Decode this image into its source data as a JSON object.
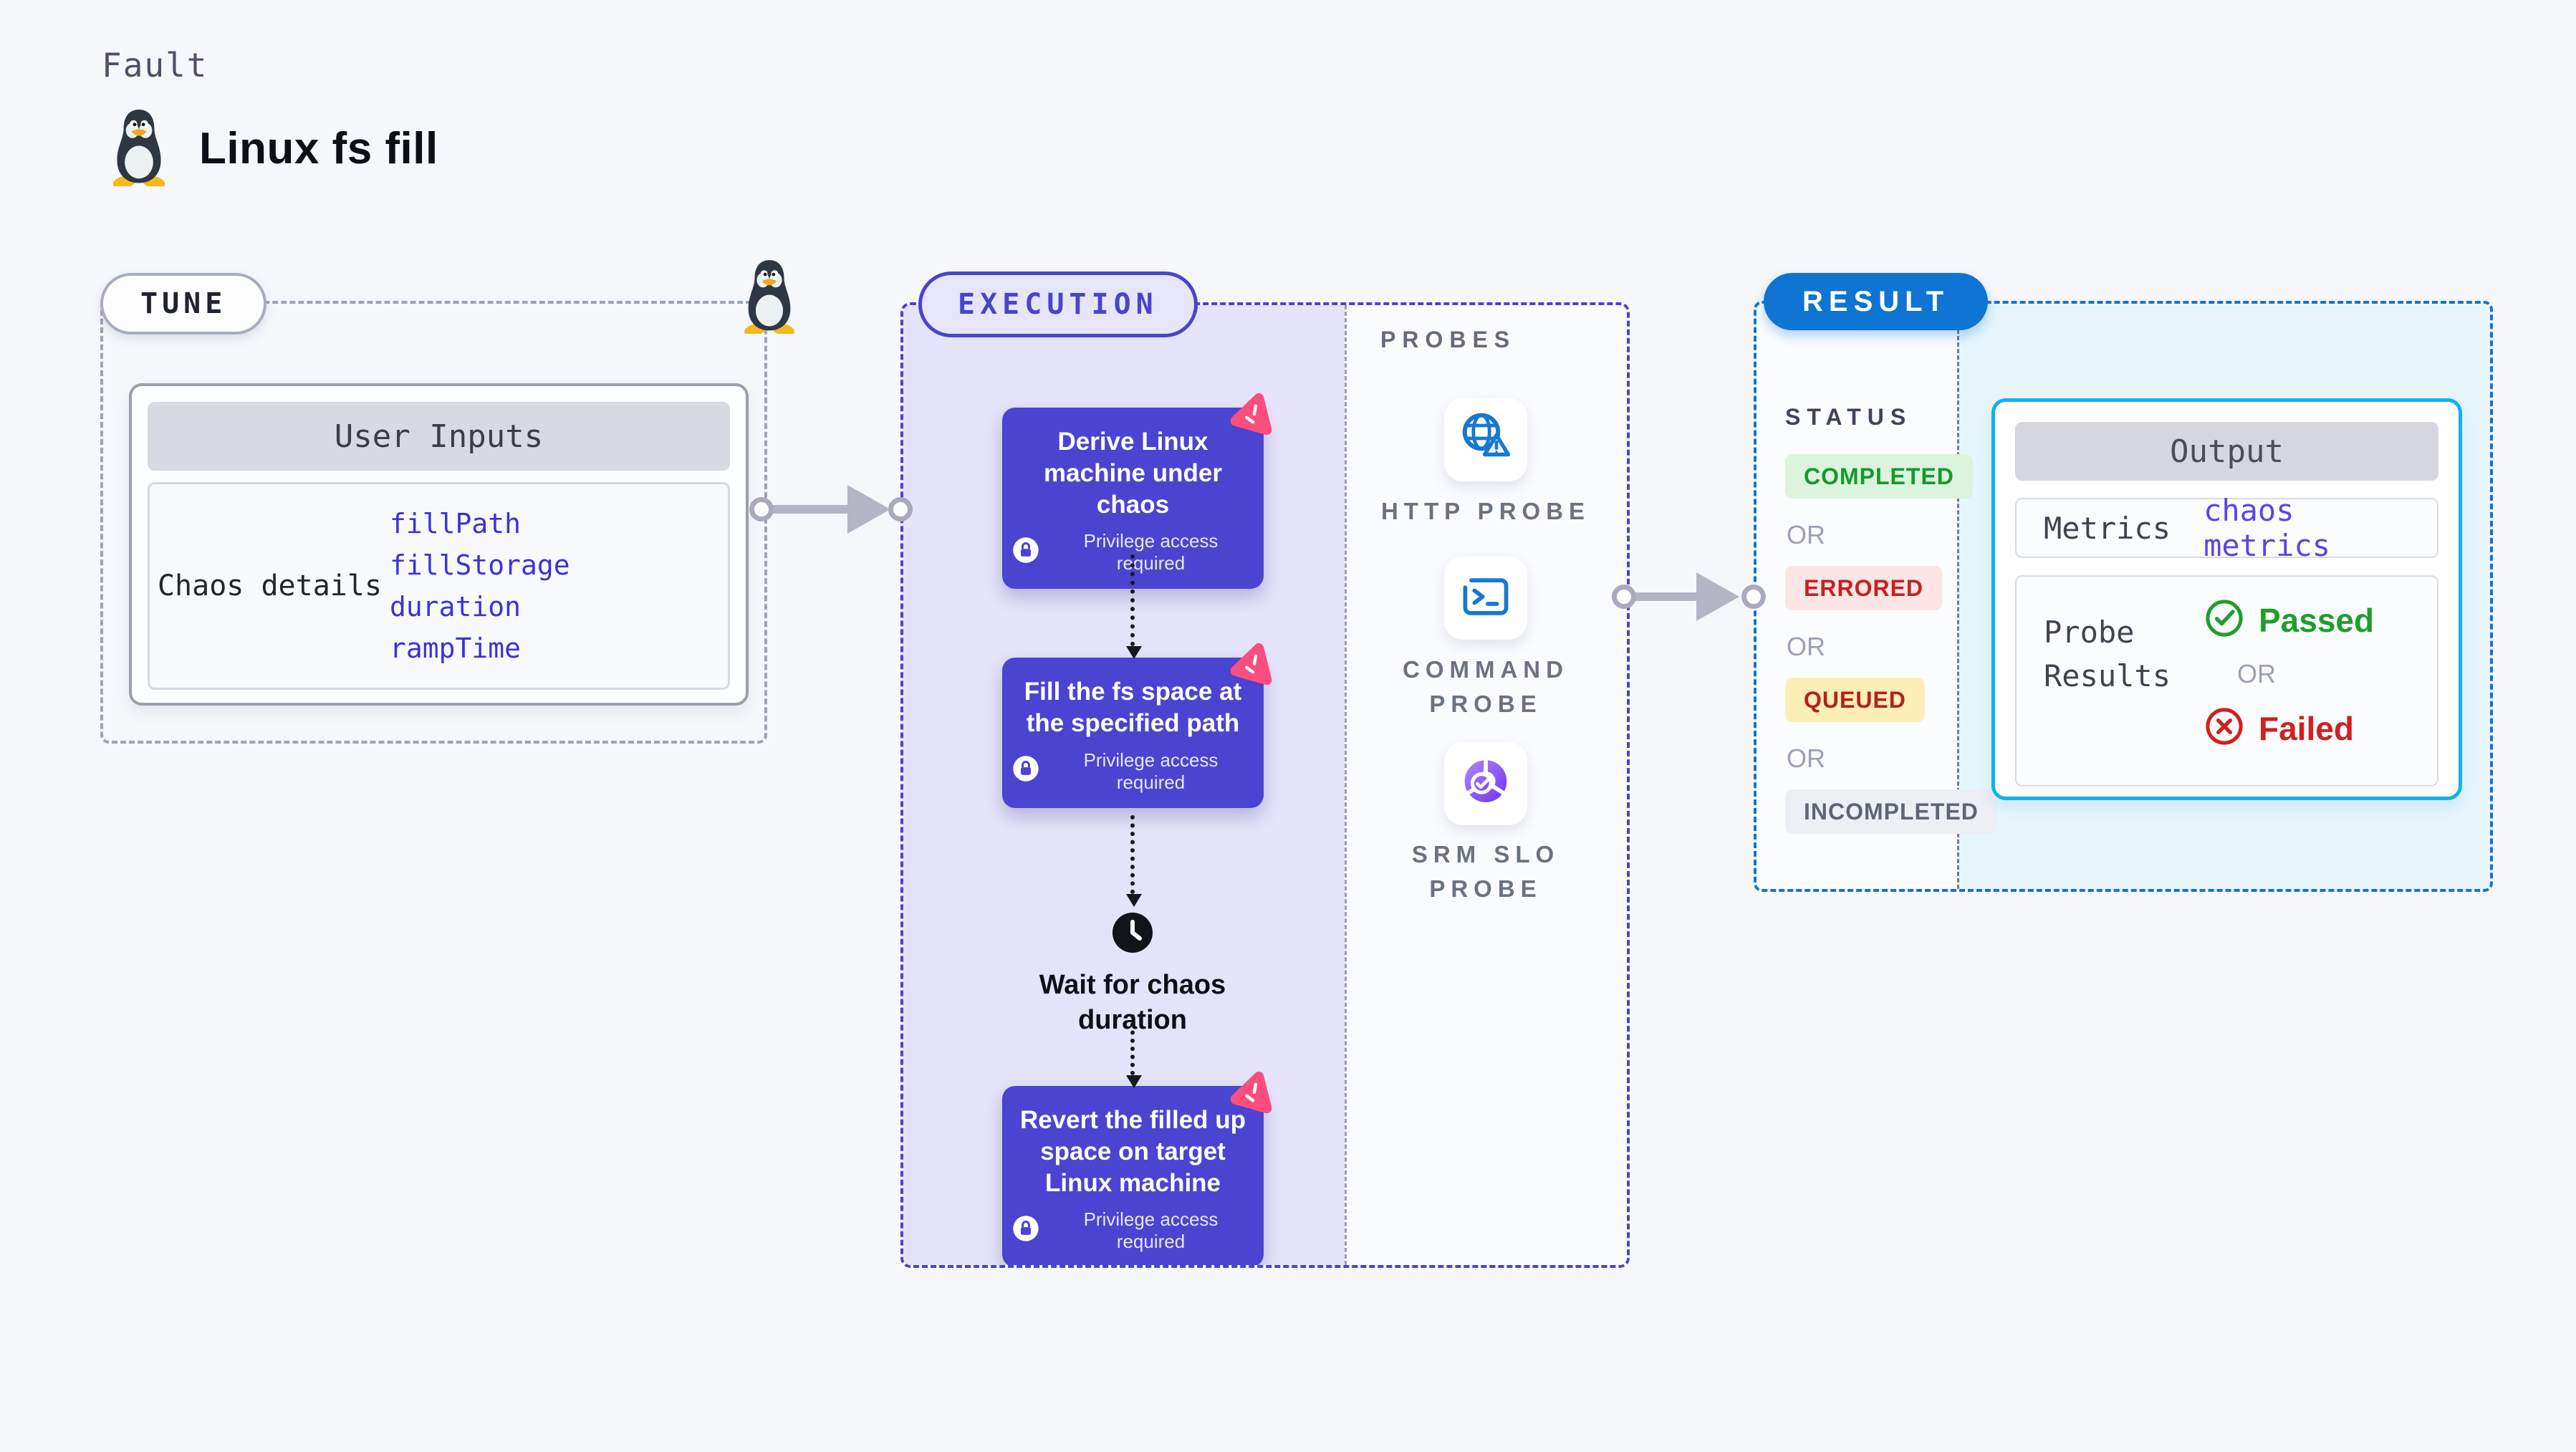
{
  "page": {
    "kicker": "Fault",
    "title": "Linux fs fill",
    "background": "#f6f7fb"
  },
  "tune": {
    "pill": "TUNE",
    "user_inputs_header": "User Inputs",
    "row_label": "Chaos details",
    "params": [
      "fillPath",
      "fillStorage",
      "duration",
      "rampTime"
    ]
  },
  "execution": {
    "pill": "EXECUTION",
    "steps": [
      {
        "title": "Derive Linux machine under chaos",
        "badge": "Privilege access required"
      },
      {
        "title": "Fill the fs space at the specified path",
        "badge": "Privilege access required"
      },
      {
        "title": "Revert the filled up space on target Linux machine",
        "badge": "Privilege access required"
      }
    ],
    "wait_label": "Wait for chaos duration"
  },
  "probes": {
    "title": "PROBES",
    "items": [
      {
        "label": "HTTP PROBE",
        "icon": "globe-alert-icon"
      },
      {
        "label": "COMMAND PROBE",
        "icon": "terminal-icon"
      },
      {
        "label": "SRM SLO PROBE",
        "icon": "slo-donut-icon"
      }
    ]
  },
  "result": {
    "pill": "RESULT",
    "status_title": "STATUS",
    "or_label": "OR",
    "statuses": [
      {
        "label": "COMPLETED",
        "fg": "#149a2e",
        "bg": "#dcf3dd"
      },
      {
        "label": "ERRORED",
        "fg": "#c32222",
        "bg": "#fbe5e5"
      },
      {
        "label": "QUEUED",
        "fg": "#b32020",
        "bg": "#fdeeb8"
      },
      {
        "label": "INCOMPLETED",
        "fg": "#5f6575",
        "bg": "#edeff5"
      }
    ],
    "output": {
      "header": "Output",
      "metrics_label": "Metrics",
      "metrics_value": "chaos metrics",
      "probe_results_label": "Probe Results",
      "passed_label": "Passed",
      "failed_label": "Failed"
    }
  },
  "colors": {
    "indigo_border": "#4a43cb",
    "indigo_card": "#4b44d0",
    "indigo_lane": "#e4e3f9",
    "blue_pill": "#0f74d2",
    "cyan_border": "#12b2e9",
    "cyan_fill": "#e7f6fc",
    "param_blue": "#3b31dd",
    "pink_badge": "#fb4e7e",
    "probe_icon_blue": "#1778d0",
    "passed_green": "#1f9e2c",
    "failed_red": "#d21f1f",
    "arrow_gray": "#b3b5c4",
    "dash_gray": "#9ca3b0"
  }
}
